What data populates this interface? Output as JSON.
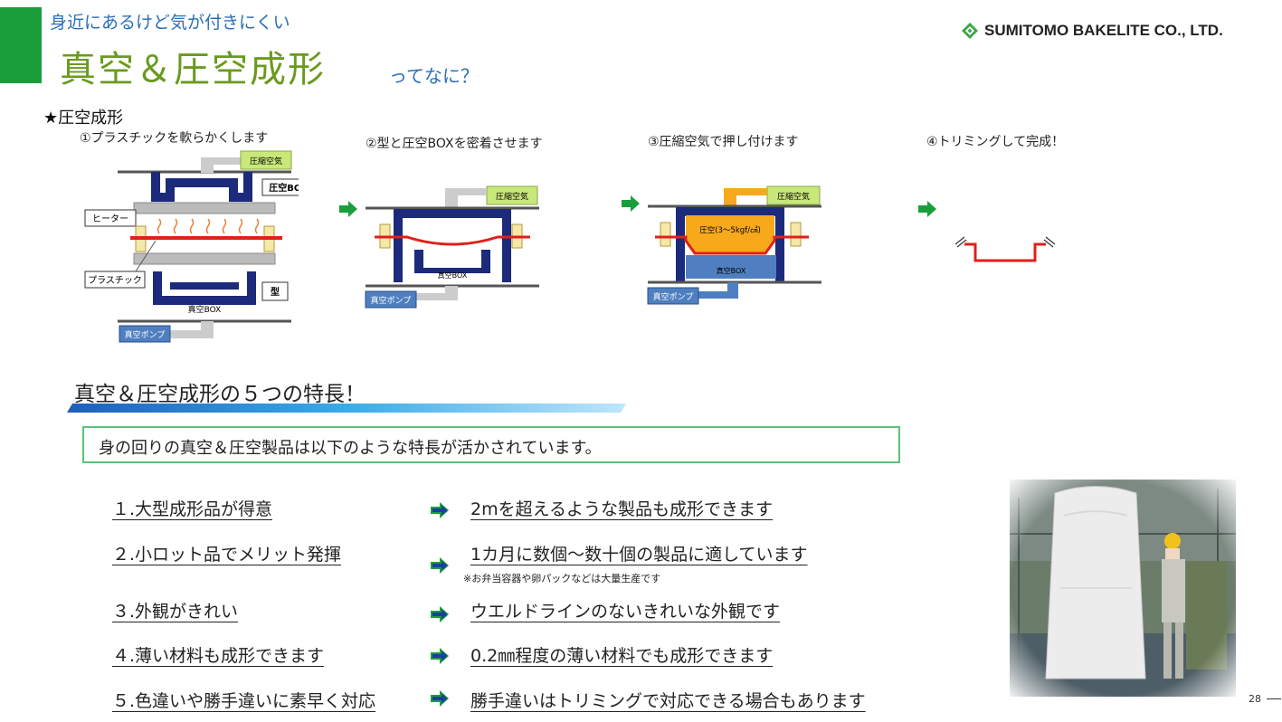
{
  "header": {
    "subtitle": "身近にあるけど気が付きにくい",
    "title": "真空＆圧空成形",
    "title_suffix": "ってなに？",
    "company": "SUMITOMO BAKELITE CO., LTD."
  },
  "process": {
    "heading": "★圧空成形",
    "steps": [
      {
        "label": "①プラスチックを軟らかくします"
      },
      {
        "label": "②型と圧空BOXを密着させます"
      },
      {
        "label": "③圧縮空気で押し付けます"
      },
      {
        "label": "④トリミングして完成！"
      }
    ],
    "diagram_labels": {
      "compressed_air": "圧縮空気",
      "pressure_box": "圧空BOX",
      "heater": "ヒーター",
      "plastic": "プラスチック",
      "mold": "型",
      "vacuum_box": "真空BOX",
      "vacuum_pump": "真空ポンプ",
      "pressure_note": "圧空(3〜5kgf/㎠)"
    }
  },
  "features": {
    "title": "真空＆圧空成形の５つの特長！",
    "intro": "身の回りの真空＆圧空製品は以下のような特長が活かされています。",
    "items": [
      {
        "left": "１.大型成形品が得意",
        "right": "2mを超えるような製品も成形できます"
      },
      {
        "left": "２.小ロット品でメリット発揮",
        "right": "1カ月に数個〜数十個の製品に適しています",
        "note": "※お弁当容器や卵パックなどは大量生産です"
      },
      {
        "left": "３.外観がきれい",
        "right": "ウエルドラインのないきれいな外観です"
      },
      {
        "left": "４.薄い材料も成形できます",
        "right": "0.2㎜程度の薄い材料でも成形できます"
      },
      {
        "left": "５.色違いや勝手違いに素早く対応",
        "right": "勝手違いはトリミングで対応できる場合もあります"
      }
    ]
  },
  "page_number": "28",
  "colors": {
    "accent_green": "#1a9e3c",
    "title_green": "#6a9a1e",
    "subtitle_blue": "#2a6fb8",
    "box_navy": "#1b2a7a",
    "plastic_red": "#e0201a",
    "air_orange": "#f7a81b",
    "label_lightgreen": "#c8e87a",
    "pump_blue": "#4f7fc0"
  },
  "icons": [
    "logo-diamond-icon",
    "arrow-right-icon"
  ]
}
